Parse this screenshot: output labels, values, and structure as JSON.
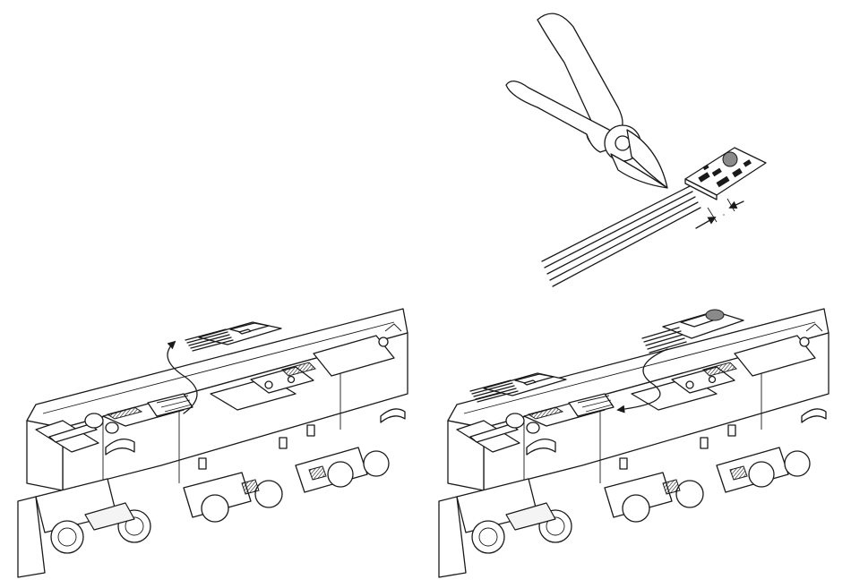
{
  "figure": {
    "panels": [
      {
        "name": "cutting-decoder-wires",
        "wire_count": 5
      },
      {
        "name": "remove-plug-from-interface"
      },
      {
        "name": "insert-decoder-into-interface"
      }
    ],
    "colors": {
      "line": "#1a1a1a",
      "background": "#ffffff",
      "chip_fill": "#8a8a8a"
    },
    "icons": [
      "side-cutter-pliers-icon",
      "decoder-board-icon",
      "curved-arrow-icon",
      "locomotive-chassis-icon",
      "bridge-plug-icon"
    ]
  }
}
